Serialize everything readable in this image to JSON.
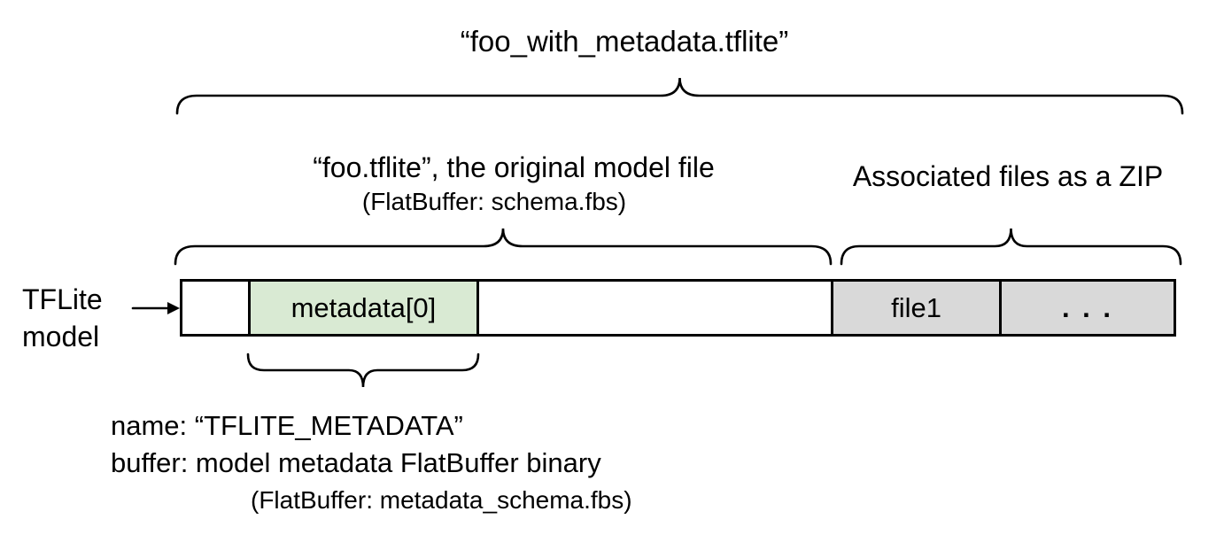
{
  "diagram": {
    "title": "“foo_with_metadata.tflite”",
    "model_file": {
      "label": "“foo.tflite”, the original model file",
      "sublabel": "(FlatBuffer: schema.fbs)"
    },
    "associated_files": {
      "label": "Associated files as a ZIP"
    },
    "model_pointer": {
      "line1": "TFLite",
      "line2": "model"
    },
    "bar": {
      "segments": [
        {
          "name": "model-header",
          "label": ""
        },
        {
          "name": "metadata",
          "label": "metadata[0]"
        },
        {
          "name": "model-body",
          "label": ""
        },
        {
          "name": "file1",
          "label": "file1"
        },
        {
          "name": "more-files",
          "label": ". . ."
        }
      ]
    },
    "metadata_note": {
      "line1": "name: “TFLITE_METADATA”",
      "line2": "buffer: model metadata FlatBuffer binary",
      "line3": "(FlatBuffer: metadata_schema.fbs)"
    },
    "colors": {
      "metadata_fill": "#d9ead3",
      "associated_fill": "#d9d9d9",
      "stroke": "#000000",
      "background": "#ffffff"
    }
  }
}
